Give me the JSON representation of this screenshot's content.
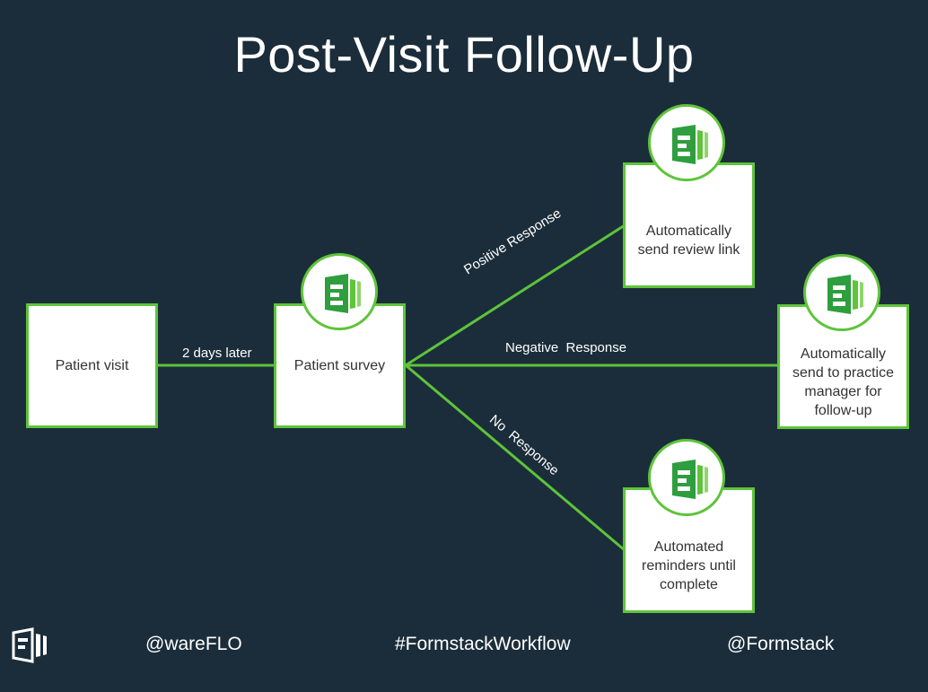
{
  "title": "Post-Visit Follow-Up",
  "colors": {
    "background": "#1b2d3a",
    "accent": "#5ec43a",
    "node_fill": "#ffffff",
    "icon_dark": "#2e9e3e",
    "icon_light": "#8fd66a"
  },
  "nodes": {
    "patient_visit": {
      "label": "Patient visit"
    },
    "patient_survey": {
      "label": "Patient survey",
      "icon": "formstack-form-icon"
    },
    "review_link": {
      "label": "Automatically\nsend review link",
      "icon": "formstack-form-icon"
    },
    "practice_manager": {
      "label": "Automatically\nsend to practice\nmanager for\nfollow-up",
      "icon": "formstack-form-icon"
    },
    "reminders": {
      "label": "Automated\nreminders until\ncomplete",
      "icon": "formstack-form-icon"
    }
  },
  "edges": {
    "visit_to_survey": "2 days later",
    "positive": "Positive Response",
    "negative": "Negative  Response",
    "none": "No  Response"
  },
  "footer": {
    "logo_icon": "formstack-logo-icon",
    "handle_left": "@wareFLO",
    "hashtag": "#FormstackWorkflow",
    "handle_right": "@Formstack"
  }
}
